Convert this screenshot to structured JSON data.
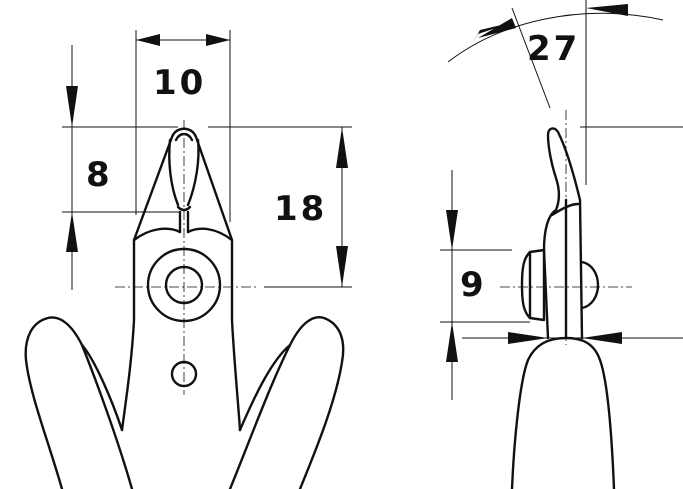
{
  "dimensions": {
    "jaw_width": "10",
    "jaw_length": "8",
    "head_length": "18",
    "side_height": "9",
    "bend_angle": "27"
  }
}
